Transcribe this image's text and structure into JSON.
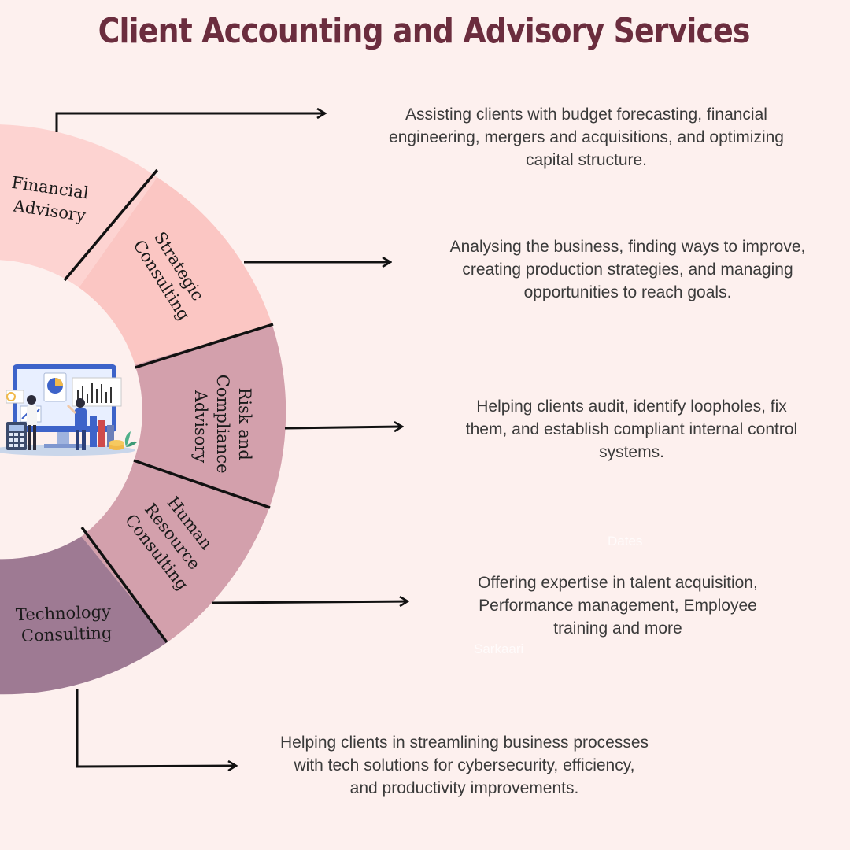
{
  "title": "Client Accounting and Advisory Services",
  "colors": {
    "background": "#fdf0ee",
    "title": "#6b2d3e",
    "financial_advisory": "#fdd3d1",
    "strategic_consulting": "#fbc6c3",
    "risk_compliance": "#d3a0ac",
    "human_resource": "#d3a0ac",
    "technology_consulting": "#9e7a93"
  },
  "segments": {
    "financial_advisory": {
      "line1": "Financial",
      "line2": "Advisory"
    },
    "strategic_consulting": {
      "line1": "Strategic",
      "line2": "Consulting"
    },
    "risk_compliance": {
      "line1": "Risk and",
      "line2": "Compliance",
      "line3": "Advisory"
    },
    "human_resource": {
      "line1": "Human",
      "line2": "Resource",
      "line3": "Consulting"
    },
    "technology_consulting": {
      "line1": "Technology",
      "line2": "Consulting"
    }
  },
  "descriptions": {
    "financial_advisory": [
      "Assisting clients with budget forecasting, financial",
      "engineering, mergers and acquisitions, and optimizing",
      "capital structure."
    ],
    "strategic_consulting": [
      "Analysing the business, finding ways to improve,",
      "creating production strategies, and managing",
      "opportunities to reach goals."
    ],
    "risk_compliance": [
      "Helping clients audit, identify loopholes, fix",
      "them, and establish compliant internal control",
      "systems."
    ],
    "human_resource": [
      "Offering expertise in talent acquisition,",
      "Performance management, Employee",
      "training and more"
    ],
    "technology_consulting": [
      "Helping  clients in streamlining business processes",
      "with tech solutions for cybersecurity, efficiency,",
      "and productivity improvements."
    ]
  },
  "watermarks": {
    "top": "Dates",
    "bottom": "Sarkaari"
  },
  "center_icon": "business-analytics-illustration"
}
